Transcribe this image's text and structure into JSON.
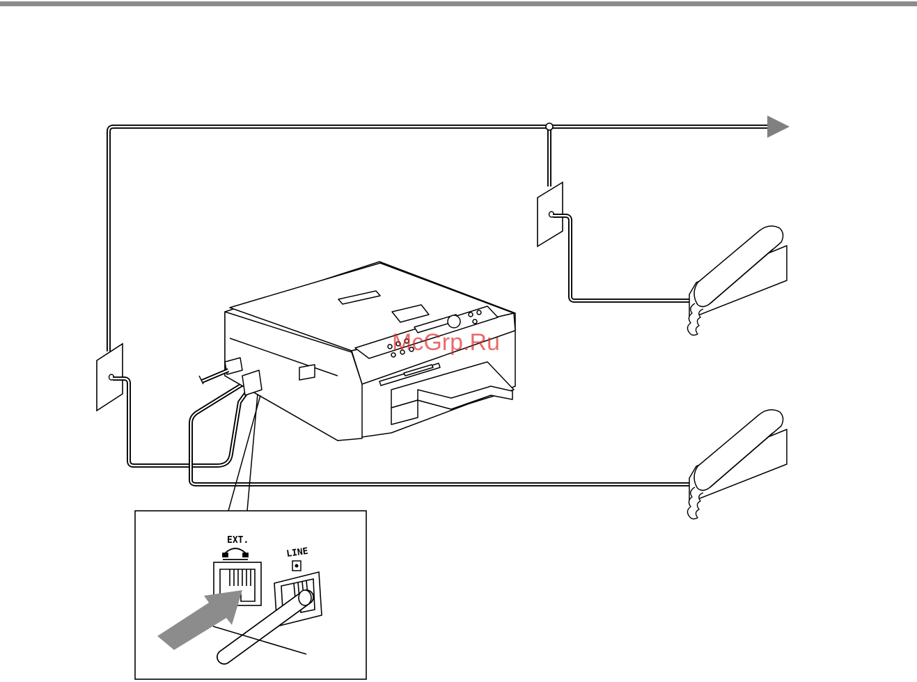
{
  "colors": {
    "header_rule": "#8c8c8c",
    "line": "#000000",
    "arrow_fill": "#808080",
    "watermark": "#e02020"
  },
  "inset": {
    "ext_label": "EXT.",
    "line_label": "LINE",
    "ext_icon": "handset-icon",
    "line_icon": "wall-jack-icon"
  },
  "watermark": {
    "text": "McGrp.Ru"
  },
  "icons": {
    "arrow": "arrow-right-icon",
    "phone": "telephone-icon"
  }
}
